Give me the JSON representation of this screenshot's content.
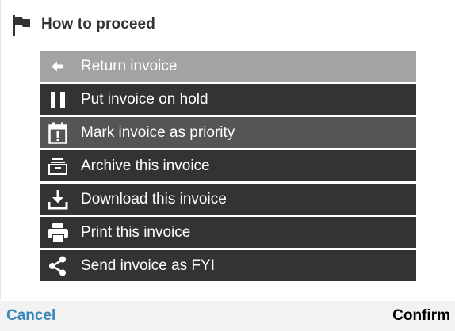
{
  "dialog": {
    "title": "How to proceed",
    "title_icon": "flag-icon"
  },
  "actions": [
    {
      "label": "Return invoice",
      "icon": "arrow-left-icon",
      "state": "disabled"
    },
    {
      "label": "Put invoice on hold",
      "icon": "pause-icon",
      "state": "normal"
    },
    {
      "label": "Mark invoice as priority",
      "icon": "calendar-alert-icon",
      "state": "active"
    },
    {
      "label": "Archive this invoice",
      "icon": "archive-box-icon",
      "state": "normal"
    },
    {
      "label": "Download this invoice",
      "icon": "download-icon",
      "state": "normal"
    },
    {
      "label": "Print this invoice",
      "icon": "printer-icon",
      "state": "normal"
    },
    {
      "label": "Send invoice as FYI",
      "icon": "share-icon",
      "state": "normal"
    }
  ],
  "footer": {
    "cancel_label": "Cancel",
    "confirm_label": "Confirm"
  },
  "colors": {
    "row_normal": "#333333",
    "row_disabled": "#a3a3a3",
    "row_active": "#555555",
    "cancel_link": "#3a87b8",
    "footer_bg": "#f2f2f2"
  }
}
